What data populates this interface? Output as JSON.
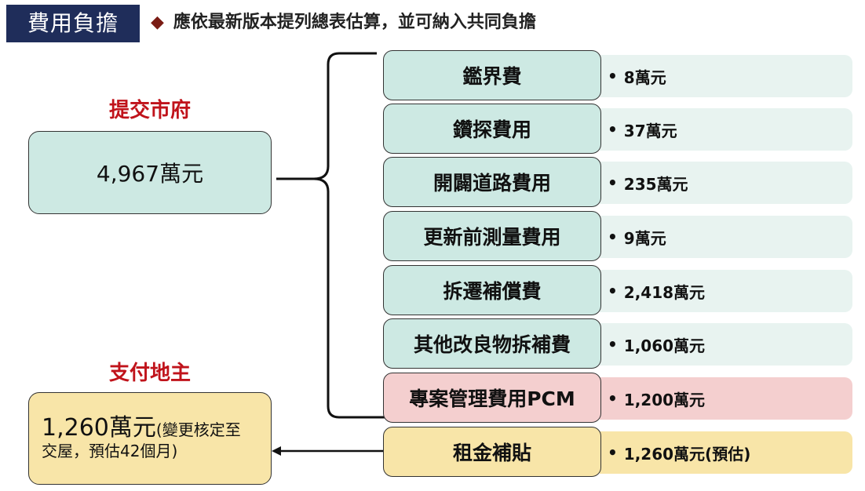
{
  "header": {
    "title": "費用負擔",
    "subtitle_bullet": "◆",
    "subtitle": "應依最新版本提列總表估算，並可納入共同負擔"
  },
  "government": {
    "label": "提交市府",
    "amount": "4,967萬元"
  },
  "owner": {
    "label": "支付地主",
    "amount_main": "1,260萬元",
    "amount_note_1": "(變更核定至",
    "amount_note_2": "交屋，預估42個月)"
  },
  "items": [
    {
      "name": "鑑界費",
      "value": "8萬元"
    },
    {
      "name": "鑽探費用",
      "value": "37萬元"
    },
    {
      "name": "開闢道路費用",
      "value": "235萬元"
    },
    {
      "name": "更新前測量費用",
      "value": "9萬元"
    },
    {
      "name": "拆遷補償費",
      "value": "2,418萬元"
    },
    {
      "name": "其他改良物拆補費",
      "value": "1,060萬元"
    },
    {
      "name": "專案管理費用PCM",
      "value": "1,200萬元"
    },
    {
      "name": "租金補貼",
      "value": "1,260萬元(預估)"
    }
  ],
  "colors": {
    "header_bg": "#1f2d5a",
    "label_red": "#c0131b",
    "teal": "#cde9e3",
    "pink": "#f4cfcf",
    "yellow": "#f8e5a8"
  }
}
